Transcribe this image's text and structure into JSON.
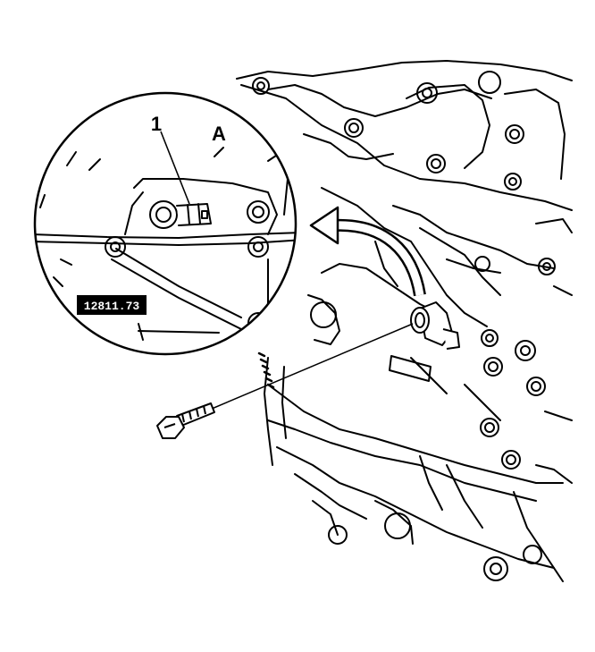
{
  "callouts": [
    {
      "id": "1",
      "text": "1"
    }
  ],
  "view_letter": "A",
  "detail_plate_text": "12811.73",
  "colors": {
    "line": "#000000",
    "background": "#ffffff"
  }
}
